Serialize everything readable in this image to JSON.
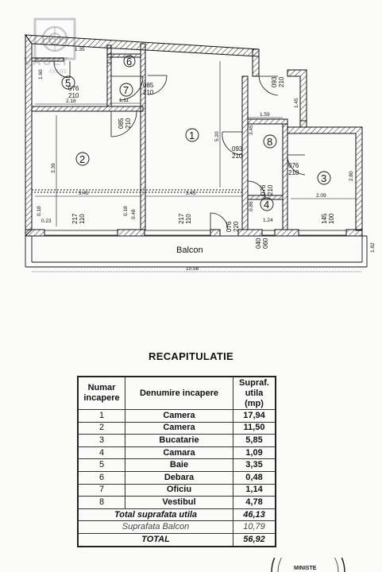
{
  "plan": {
    "balcon_label": "Balcon",
    "rooms": [
      {
        "no": "1"
      },
      {
        "no": "2"
      },
      {
        "no": "3"
      },
      {
        "no": "4"
      },
      {
        "no": "5"
      },
      {
        "no": "6"
      },
      {
        "no": "7"
      },
      {
        "no": "8"
      }
    ],
    "dims": {
      "d_135": "1.35",
      "d_160": "1.60",
      "d_218": "2.18",
      "d_111": "1.11",
      "d_339": "3.39",
      "d_341": "3.41",
      "d_345": "3.45",
      "d_520": "5.20",
      "d_159": "1.59",
      "d_145": "1.45",
      "d_280": "2.80",
      "d_209": "2.09",
      "d_124": "1.24",
      "d_086": "0.86",
      "d_023": "0.23",
      "d_018a": "0.18",
      "d_018b": "0.18",
      "d_048": "0.48",
      "d_1058": "10.58",
      "d_182": "1.82",
      "d_345b": "3.45"
    },
    "doors": {
      "door_5": [
        "076",
        "210"
      ],
      "door_7": [
        "085",
        "210"
      ],
      "door_2": [
        "085",
        "210"
      ],
      "door_1_top": [
        "093",
        "210"
      ],
      "door_8_left": [
        "093",
        "210"
      ],
      "door_3": [
        "076",
        "210"
      ],
      "door_4": [
        "076",
        "210"
      ],
      "win_2": [
        "217",
        "110"
      ],
      "win_1": [
        "217",
        "110"
      ],
      "win_3": [
        "145",
        "100"
      ],
      "door_balc": [
        "076",
        "220"
      ],
      "win_8": [
        "040",
        "060"
      ]
    }
  },
  "watermark": {
    "text": "VAULT",
    "sub": "ESTATE"
  },
  "recap": {
    "title": "RECAPITULATIE",
    "headers": {
      "h1": "Numar incapere",
      "h2": "Denumire incapere",
      "h3": "Supraf. utila (mp)"
    },
    "rows": [
      {
        "no": "1",
        "name": "Camera",
        "area": "17,94"
      },
      {
        "no": "2",
        "name": "Camera",
        "area": "11,50"
      },
      {
        "no": "3",
        "name": "Bucatarie",
        "area": "5,85"
      },
      {
        "no": "4",
        "name": "Camara",
        "area": "1,09"
      },
      {
        "no": "5",
        "name": "Baie",
        "area": "3,35"
      },
      {
        "no": "6",
        "name": "Debara",
        "area": "0,48"
      },
      {
        "no": "7",
        "name": "Oficiu",
        "area": "1,14"
      },
      {
        "no": "8",
        "name": "Vestibul",
        "area": "4,78"
      }
    ],
    "total_util_label": "Total suprafata utila",
    "total_util_value": "46,13",
    "balcon_label": "Suprafata Balcon",
    "balcon_value": "10,79",
    "total_label": "TOTAL",
    "total_value": "56,92"
  },
  "stamp": {
    "text": "MINISTE"
  }
}
